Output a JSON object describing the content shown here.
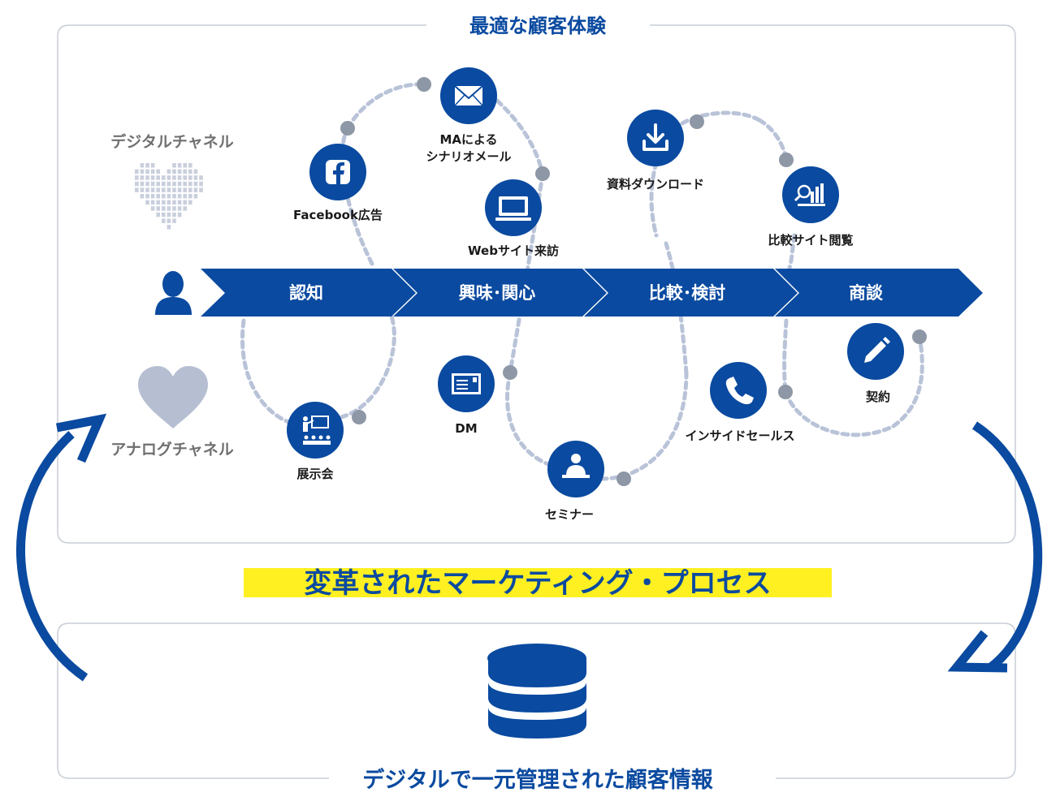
{
  "top_title": "最適な顧客体験",
  "bottom_title": "デジタルで一元管理された顧客情報",
  "center_title": "変革されたマーケティング・プロセス",
  "channels": {
    "digital": "デジタルチャネル",
    "analog": "アナログチャネル"
  },
  "stages": [
    {
      "label": "認知"
    },
    {
      "label": "興味･関心"
    },
    {
      "label": "比較･検討"
    },
    {
      "label": "商談"
    }
  ],
  "touchpoints": [
    {
      "id": "facebook",
      "label": "Facebook広告",
      "icon": "facebook-icon"
    },
    {
      "id": "ma-mail",
      "label_lines": [
        "MAによる",
        "シナリオメール"
      ],
      "icon": "mail-icon"
    },
    {
      "id": "web",
      "label": "Webサイト来訪",
      "icon": "monitor-icon"
    },
    {
      "id": "download",
      "label": "資料ダウンロード",
      "icon": "download-icon"
    },
    {
      "id": "compare",
      "label": "比較サイト閲覧",
      "icon": "chart-search-icon"
    },
    {
      "id": "exhibition",
      "label": "展示会",
      "icon": "presentation-icon"
    },
    {
      "id": "dm",
      "label": "DM",
      "icon": "postcard-icon"
    },
    {
      "id": "seminar",
      "label": "セミナー",
      "icon": "speaker-icon"
    },
    {
      "id": "inside-sales",
      "label": "インサイドセールス",
      "icon": "phone-icon"
    },
    {
      "id": "contract",
      "label": "契約",
      "icon": "pen-icon"
    }
  ],
  "colors": {
    "primary": "#0a4aa0",
    "dash": "#b9c3d8",
    "dot": "#8d97a5",
    "gray_text": "#707070",
    "highlight": "#fff021",
    "frame": "#c8cdd6",
    "heart_digital": "#c9cfdc",
    "heart_analog": "#b6bfd2"
  }
}
